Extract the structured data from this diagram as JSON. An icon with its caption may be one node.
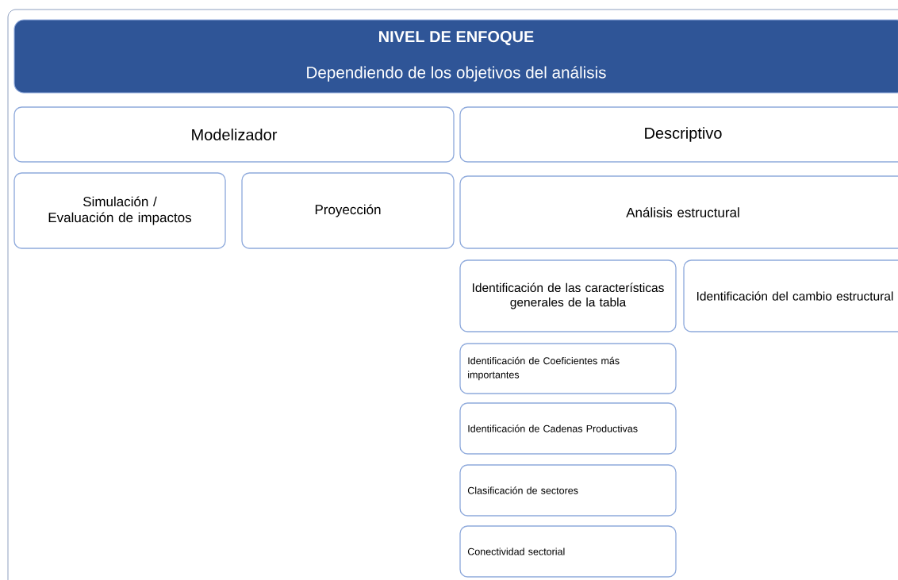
{
  "diagram": {
    "nodes": [
      {
        "text": [
          "NIVEL DE ENFOQUE",
          "Dependiendo de los objetivos del análisis"
        ]
      },
      {
        "text": [
          "Modelizador"
        ]
      },
      {
        "text": [
          "Descriptivo"
        ]
      },
      {
        "text": [
          "Simulación / Evaluación de impactos"
        ]
      },
      {
        "text": [
          "Proyección"
        ]
      },
      {
        "text": [
          "Análisis estructural"
        ]
      },
      {
        "text": [
          "Identificación de las características generales de la tabla"
        ]
      },
      {
        "text": [
          "Identificación del cambio estructural"
        ]
      },
      {
        "text": [
          "Identificación de Coeficientes más importantes"
        ]
      },
      {
        "text": [
          "Identificación de Cadenas Productivas"
        ]
      },
      {
        "text": [
          "Clasificación de sectores"
        ]
      },
      {
        "text": [
          "Conectividad sectorial"
        ]
      }
    ]
  }
}
